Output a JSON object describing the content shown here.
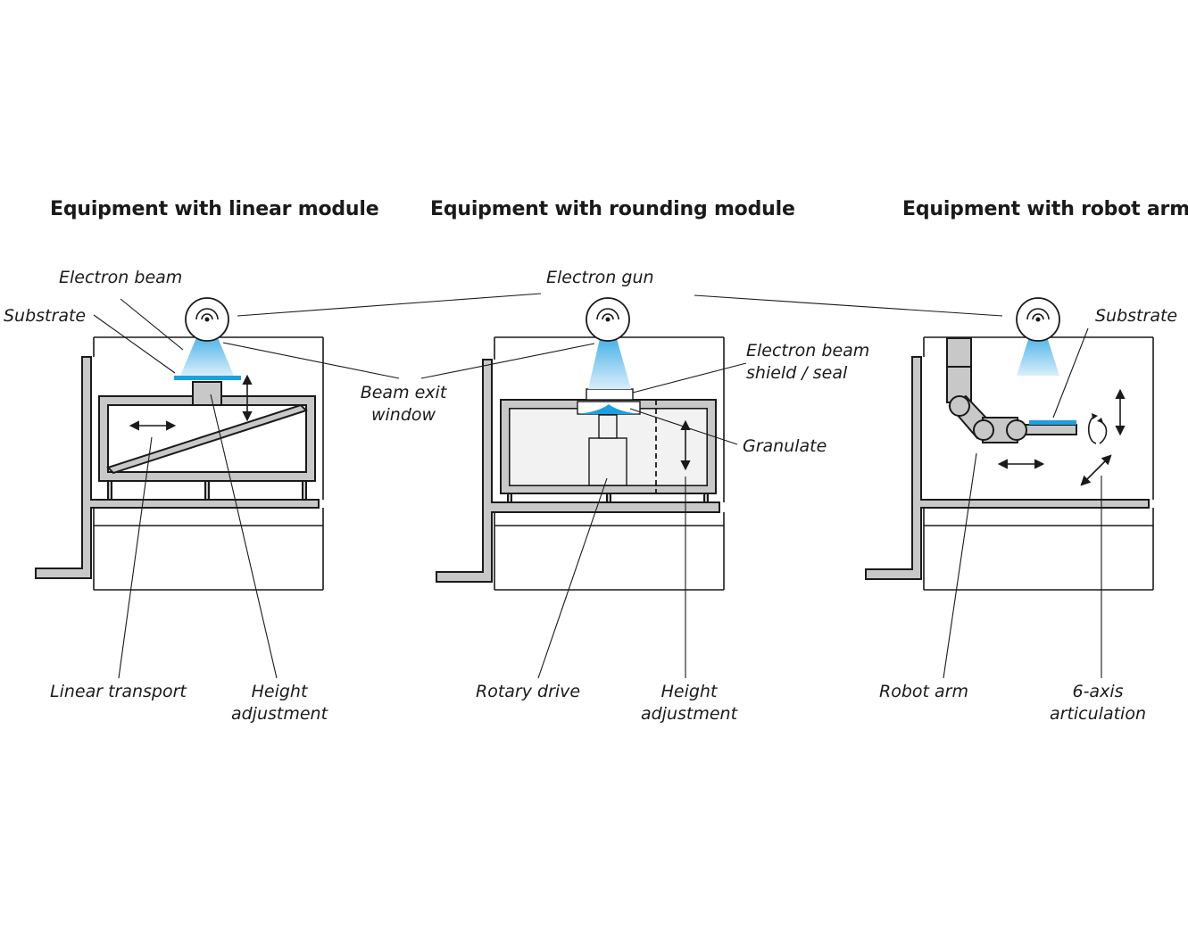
{
  "titles": {
    "linear": "Equipment with linear module",
    "rounding": "Equipment with rounding module",
    "robot": "Equipment with robot arm"
  },
  "labels": {
    "electron_beam": "Electron beam",
    "substrate_left": "Substrate",
    "electron_gun": "Electron gun",
    "beam_exit_window_1": "Beam exit",
    "beam_exit_window_2": "window",
    "electron_beam_shield_1": "Electron beam",
    "electron_beam_shield_2": "shield / seal",
    "granulate": "Granulate",
    "substrate_right": "Substrate",
    "linear_transport": "Linear transport",
    "height_adjustment_left_1": "Height",
    "height_adjustment_left_2": "adjustment",
    "rotary_drive": "Rotary drive",
    "height_adjustment_mid_1": "Height",
    "height_adjustment_mid_2": "adjustment",
    "robot_arm": "Robot arm",
    "six_axis_1": "6-axis",
    "six_axis_2": "articulation"
  },
  "colors": {
    "beam": "#1e9fe0",
    "frame": "#c8c8c8",
    "stroke": "#1a1a1a",
    "chamber_fill": "#f2f2f2"
  }
}
